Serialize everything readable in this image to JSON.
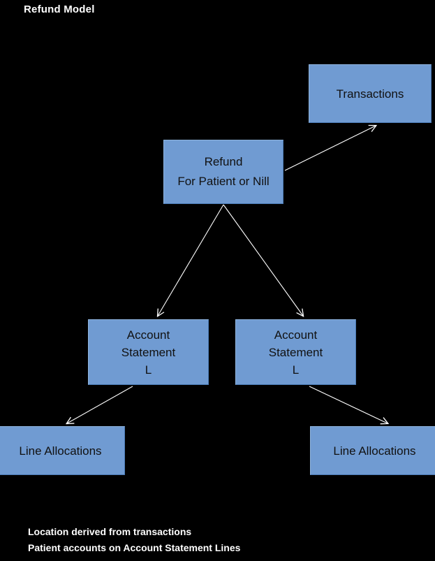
{
  "diagram": {
    "title": "Refund Model",
    "background_color": "#000000",
    "node_fill_color": "#709bd2",
    "node_border_color": "#4a7ab5",
    "node_text_color": "#111111",
    "edge_color": "#ffffff",
    "title_color": "#ffffff"
  },
  "nodes": {
    "transactions": {
      "label": "Transactions",
      "lines": [
        "Transactions"
      ]
    },
    "refund": {
      "label": "Refund For Patient or Nill",
      "lines": [
        "Refund",
        "For Patient or Nill"
      ],
      "line1": "Refund",
      "line2": "For Patient or Nill"
    },
    "account_statement_left": {
      "label": "Account Statement L",
      "lines": [
        "Account",
        "Statement",
        "L"
      ],
      "line1": "Account",
      "line2": "Statement",
      "line3": "L"
    },
    "account_statement_right": {
      "label": "Account Statement L",
      "lines": [
        "Account",
        "Statement",
        "L"
      ],
      "line1": "Account",
      "line2": "Statement",
      "line3": "L"
    },
    "line_allocations_left": {
      "label": "Line Allocations",
      "lines": [
        "Line Allocations"
      ]
    },
    "line_allocations_right": {
      "label": "Line Allocations",
      "lines": [
        "Line Allocations"
      ]
    }
  },
  "edges": [
    {
      "from": "refund",
      "to": "transactions",
      "arrowhead": "open"
    },
    {
      "from": "refund",
      "to": "account_statement_left",
      "arrowhead": "open"
    },
    {
      "from": "refund",
      "to": "account_statement_right",
      "arrowhead": "open"
    },
    {
      "from": "account_statement_left",
      "to": "line_allocations_left",
      "arrowhead": "open"
    },
    {
      "from": "account_statement_right",
      "to": "line_allocations_right",
      "arrowhead": "open"
    }
  ],
  "footer": {
    "line1": "Location derived from transactions",
    "line2": "Patient accounts on Account Statement Lines"
  }
}
